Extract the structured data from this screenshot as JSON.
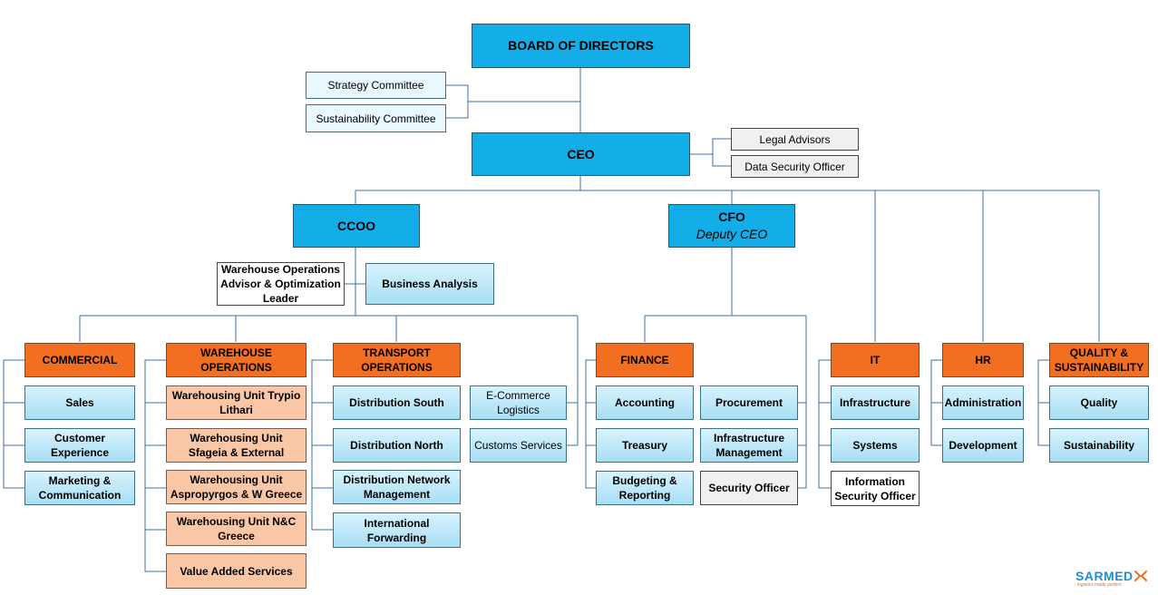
{
  "org": {
    "board": "BOARD OF DIRECTORS",
    "strategy_committee": "Strategy Committee",
    "sustainability_committee": "Sustainability Committee",
    "ceo": "CEO",
    "legal_advisors": "Legal Advisors",
    "data_security_officer": "Data Security Officer",
    "ccoo": "CCOO",
    "cfo": "CFO",
    "cfo_sub": "Deputy CEO",
    "warehouse_advisor": "Warehouse Operations Advisor & Optimization Leader",
    "business_analysis": "Business Analysis",
    "commercial": {
      "title": "COMMERCIAL",
      "items": [
        "Sales",
        "Customer Experience",
        "Marketing & Communication"
      ]
    },
    "warehouse": {
      "title": "WAREHOUSE OPERATIONS",
      "items": [
        "Warehousing Unit Trypio Lithari",
        "Warehousing Unit Sfageia & External",
        "Warehousing Unit Aspropyrgos & W Greece",
        "Warehousing Unit N&C Greece",
        "Value Added Services"
      ]
    },
    "transport": {
      "title": "TRANSPORT OPERATIONS",
      "items": [
        "Distribution South",
        "Distribution North",
        "Distribution Network Management",
        "International Forwarding"
      ]
    },
    "ccoo_direct": [
      "E-Commerce Logistics",
      "Customs Services"
    ],
    "finance": {
      "title": "FINANCE",
      "items": [
        "Accounting",
        "Treasury",
        "Budgeting & Reporting"
      ]
    },
    "cfo_direct": [
      "Procurement",
      "Infrastructure Management",
      "Security Officer"
    ],
    "it": {
      "title": "IT",
      "items": [
        "Infrastructure",
        "Systems",
        "Information Security Officer"
      ]
    },
    "hr": {
      "title": "HR",
      "items": [
        "Administration",
        "Development"
      ]
    },
    "quality": {
      "title": "QUALITY & SUSTAINABILITY",
      "items": [
        "Quality",
        "Sustainability"
      ]
    }
  },
  "logo": {
    "word": "SARMED",
    "tagline": "logistics made perfect",
    "icon": "arrows-logo-icon"
  },
  "colors": {
    "exec": "#13aee8",
    "dept": "#f26f21",
    "unit": "#a8def4",
    "warehouse_unit": "#f9c6a6",
    "line": "#3f6ea8",
    "logo": "#1b8fd6"
  }
}
